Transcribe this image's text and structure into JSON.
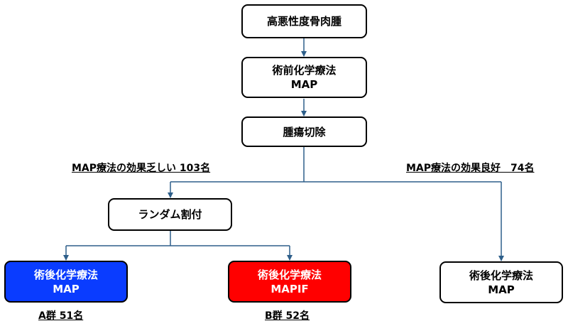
{
  "nodes": {
    "sarcoma": {
      "line1": "高悪性度骨肉腫"
    },
    "preop": {
      "line1": "術前化学療法",
      "line2": "MAP"
    },
    "resection": {
      "line1": "腫瘍切除"
    },
    "random": {
      "line1": "ランダム割付"
    },
    "postop_a": {
      "line1": "術後化学療法",
      "line2": "MAP"
    },
    "postop_b": {
      "line1": "術後化学療法",
      "line2": "MAPIF"
    },
    "postop_good": {
      "line1": "術後化学療法",
      "line2": "MAP"
    }
  },
  "labels": {
    "poor_response": "MAP療法の効果乏しい 103名",
    "good_response": "MAP療法の効果良好　74名",
    "group_a": "A群 51名",
    "group_b": "B群 52名"
  },
  "colors": {
    "arrow": "#2e5f8a",
    "group_a_fill": "#0a3cff",
    "group_b_fill": "#ff0000"
  }
}
